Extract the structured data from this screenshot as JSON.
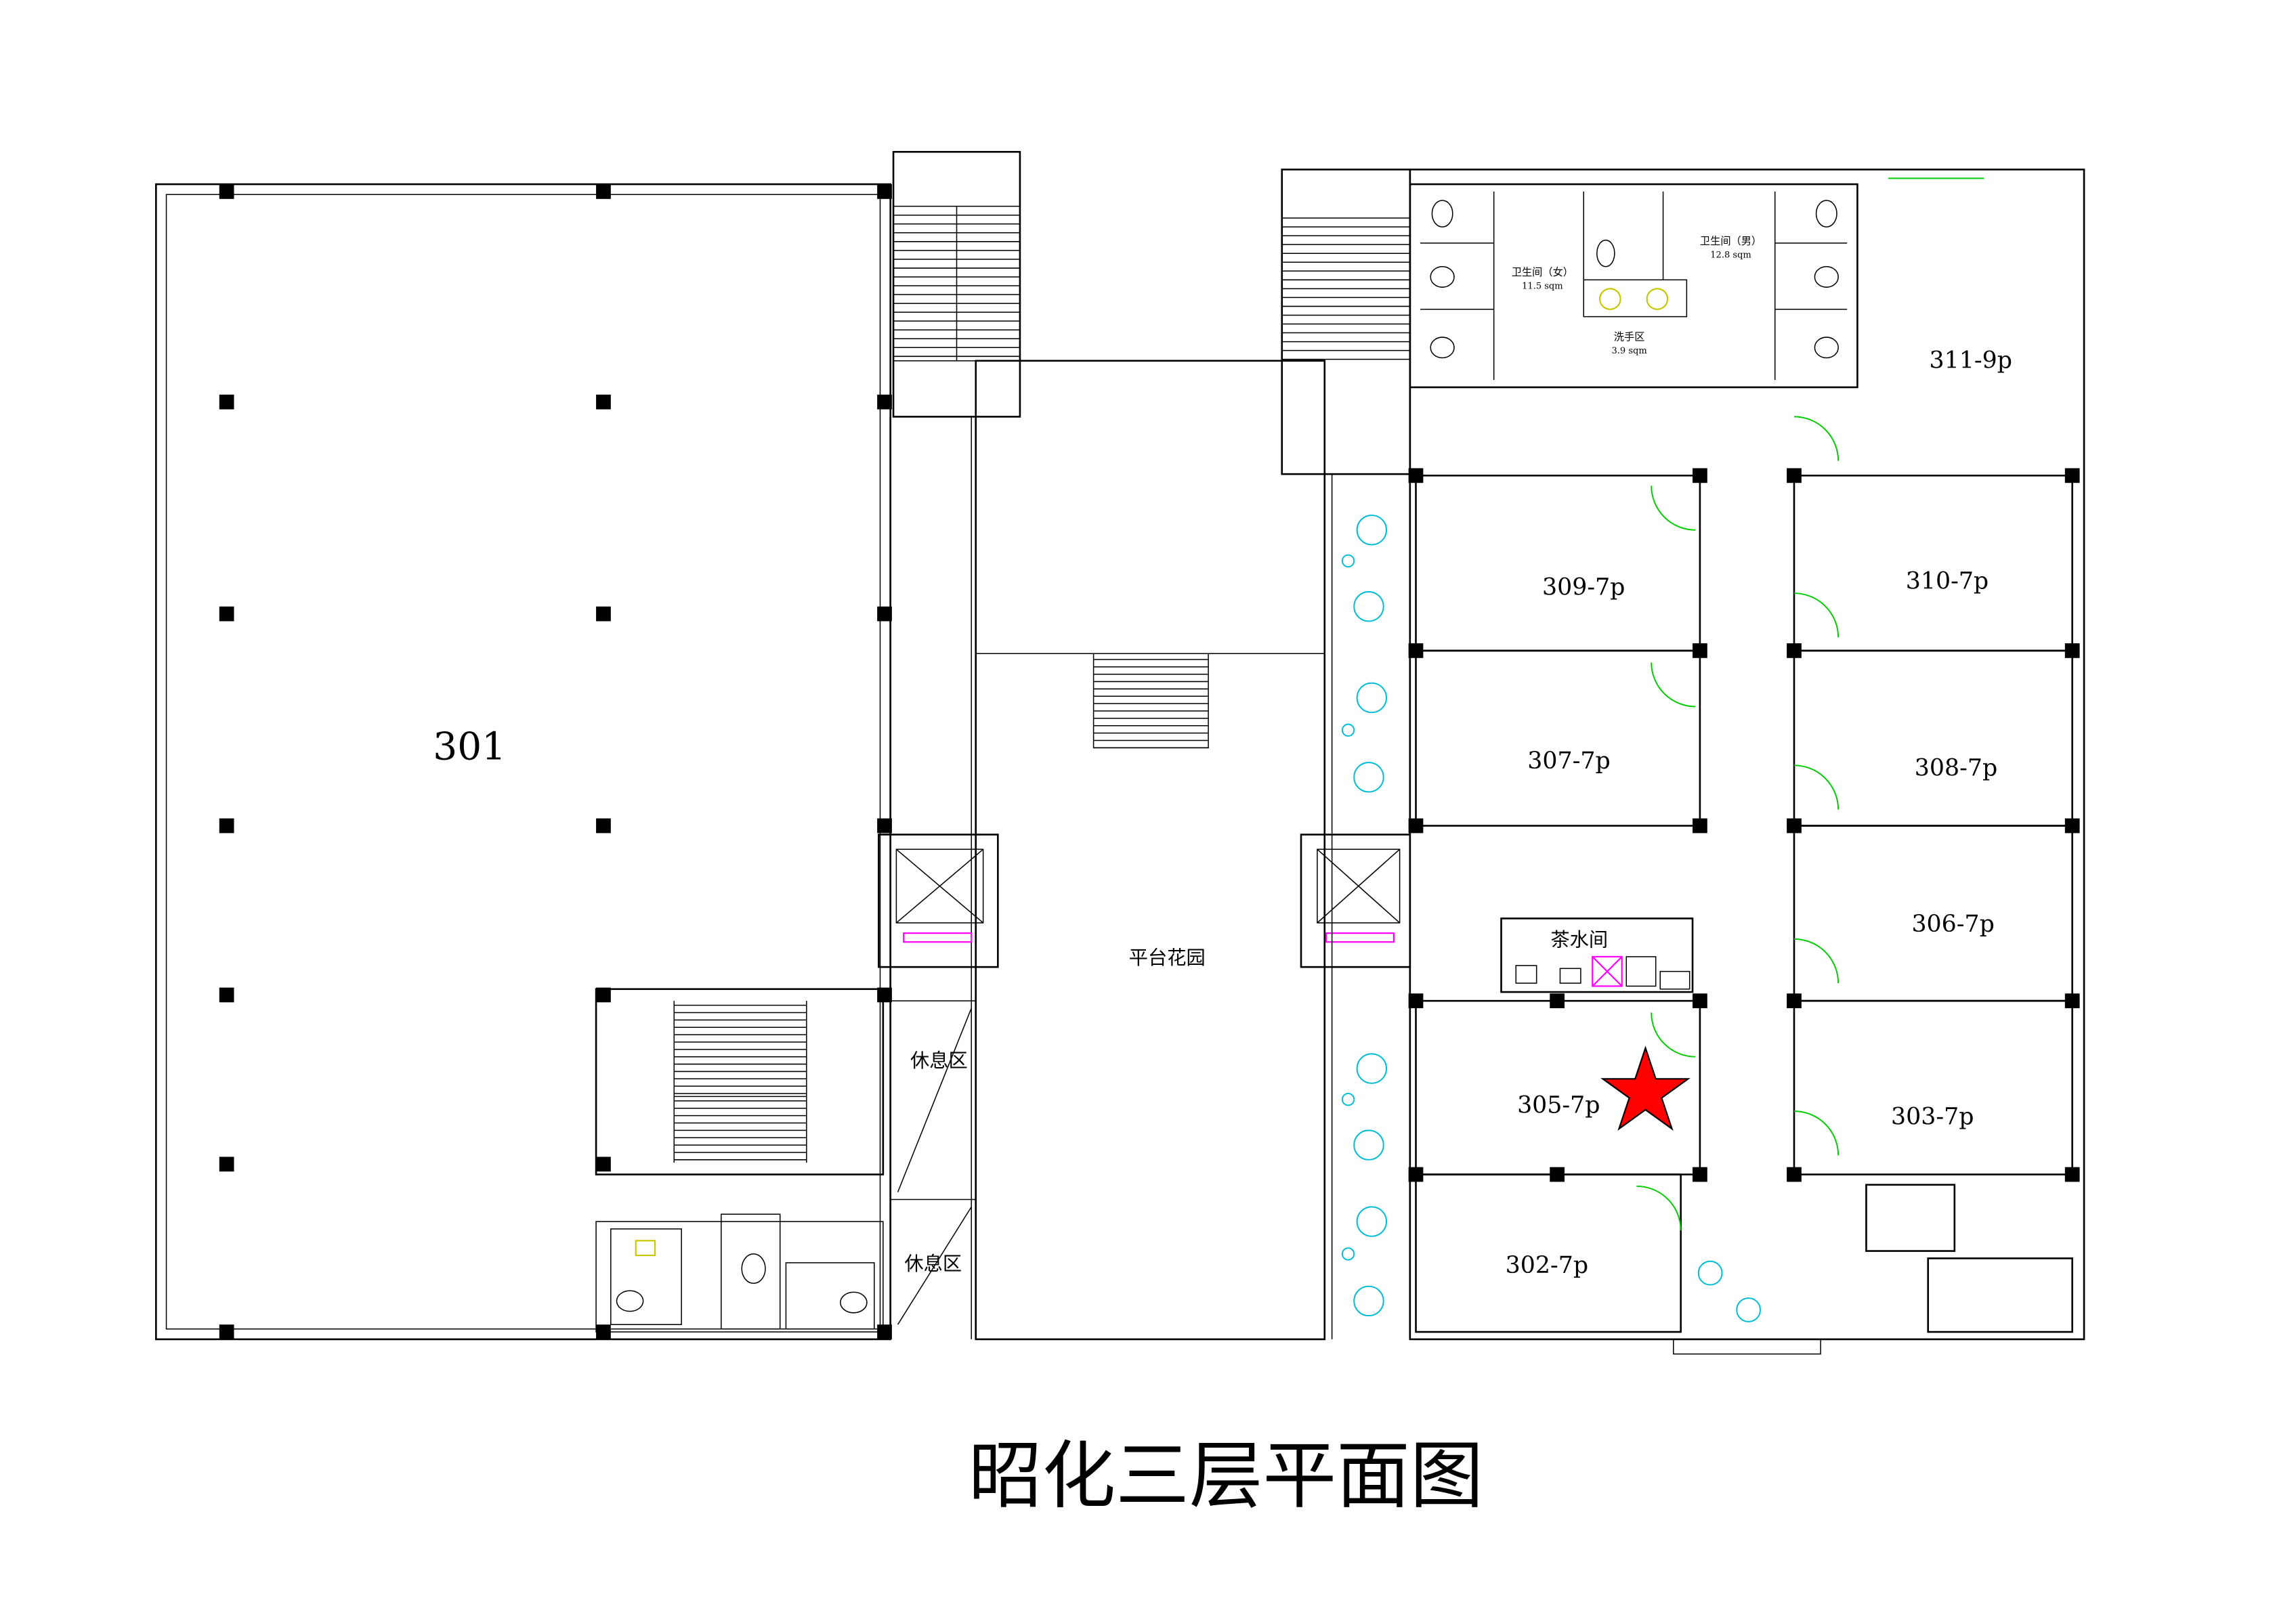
{
  "title": "昭化三层平面图",
  "rooms": {
    "r301": "301",
    "r311": "311-9p",
    "r309": "309-7p",
    "r310": "310-7p",
    "r307": "307-7p",
    "r308": "308-7p",
    "r306": "306-7p",
    "r305": "305-7p",
    "r303": "303-7p",
    "r302": "302-7p"
  },
  "areas": {
    "garden": "平台花园",
    "tea_room": "茶水间",
    "rest_area_1": "休息区",
    "rest_area_2": "休息区",
    "womens_wc": "卫生间（女）",
    "womens_wc_area": "11.5 sqm",
    "mens_wc": "卫生间（男）",
    "mens_wc_area": "12.8 sqm",
    "wash_area": "洗手区",
    "wash_area_size": "3.9 sqm"
  },
  "colors": {
    "marker": "#ff0000",
    "door": "#00cc00",
    "furniture": "#00bcd4",
    "equipment": "#ff00ff"
  },
  "marker": {
    "icon": "star-icon",
    "room": "305-7p"
  }
}
